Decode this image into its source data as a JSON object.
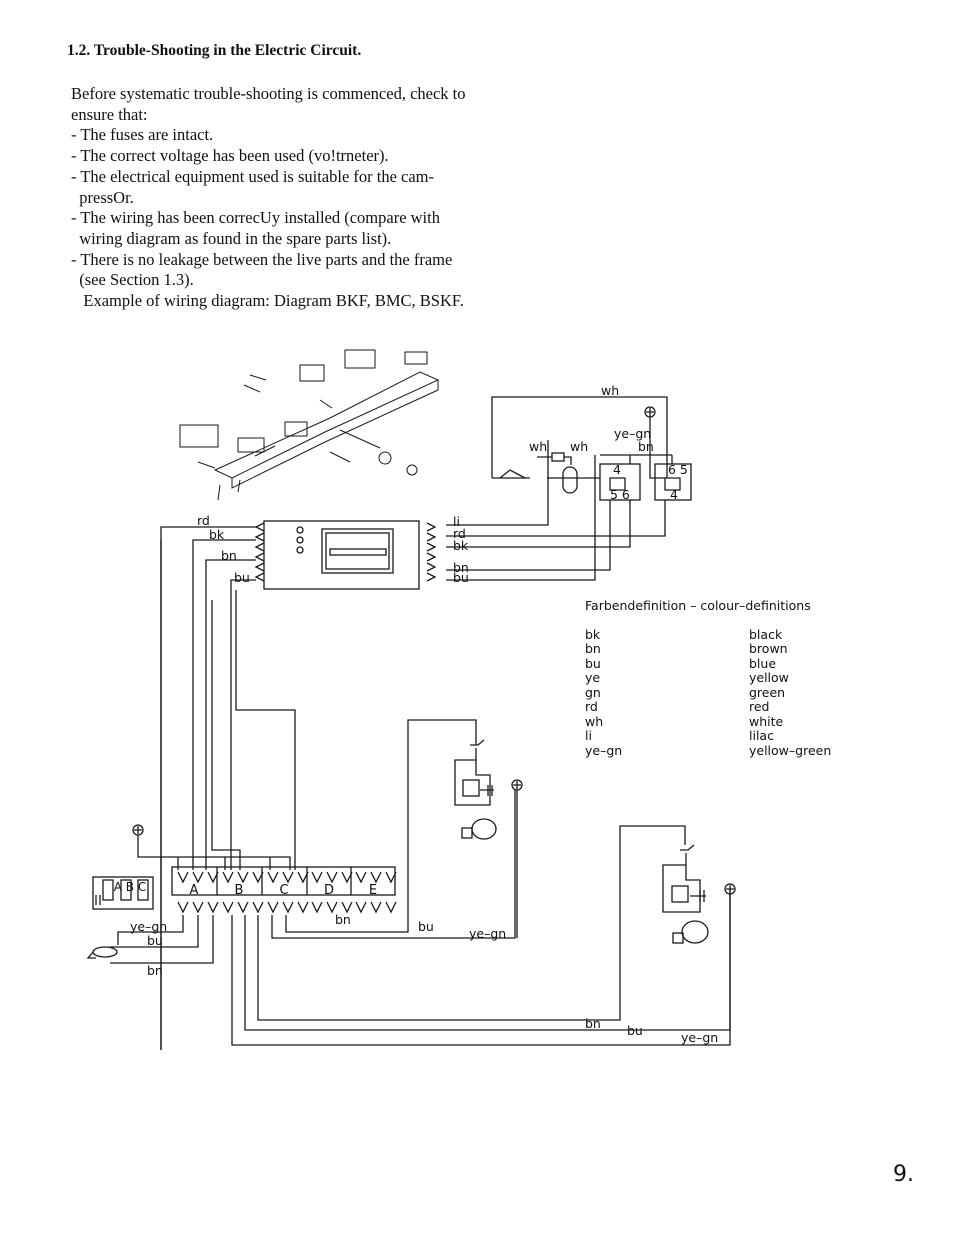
{
  "heading": "1.2. Trouble-Shooting in the Electric Circuit.",
  "body_lines": [
    "Before systematic trouble-shooting is commenced, check to",
    "ensure that:",
    "- The fuses are intact.",
    "- The correct voltage has been used (vo!trneter).",
    "- The electrical equipment used is suitable for the cam-",
    "  pressOr.",
    "- The wiring has been correcUy installed (compare with",
    "  wiring diagram as found in the spare parts list).",
    "- There is no leakage between the live parts and the frame",
    "  (see Section 1.3).",
    "   Example of wiring diagram: Diagram BKF, BMC, BSKF."
  ],
  "page_number": "9.",
  "legend": {
    "title": "Farbendefinition  –  colour–definitions",
    "rows": [
      {
        "code": "bk",
        "name": "black"
      },
      {
        "code": "bn",
        "name": "brown"
      },
      {
        "code": "bu",
        "name": "blue"
      },
      {
        "code": "ye",
        "name": "yellow"
      },
      {
        "code": "gn",
        "name": "green"
      },
      {
        "code": "rd",
        "name": "red"
      },
      {
        "code": "wh",
        "name": "white"
      },
      {
        "code": "li",
        "name": "lilac"
      },
      {
        "code": "ye–gn",
        "name": "yellow–green"
      }
    ]
  },
  "wire_labels": {
    "top_wh": "wh",
    "wh_left": "wh",
    "wh_right": "wh",
    "ye_gn_top": "ye–gn",
    "bn_top": "bn",
    "ctrl_left_rd": "rd",
    "ctrl_left_bk": "bk",
    "ctrl_left_bn": "bn",
    "ctrl_left_bu": "bu",
    "ctrl_right_li": "li",
    "ctrl_right_rd": "rd",
    "ctrl_right_bk": "bk",
    "ctrl_right_bn": "bn",
    "ctrl_right_bu": "bu",
    "tb_bn": "bn",
    "tb_bu": "bu",
    "tb_ye_gn": "ye–gn",
    "left_ye_gn": "ye–gn",
    "left_bu": "bu",
    "left_bn": "bn",
    "bottom_bn": "bn",
    "bottom_bu": "bu",
    "bottom_ye_gn": "ye–gn"
  },
  "relay_pins": {
    "r1_top": "4",
    "r1_bottom": "5 6",
    "r2_top": "6 5",
    "r2_bottom": "4"
  },
  "terminal_block": {
    "labels": [
      "A",
      "B",
      "C",
      "D",
      "E"
    ],
    "plug_label": "A B C"
  }
}
